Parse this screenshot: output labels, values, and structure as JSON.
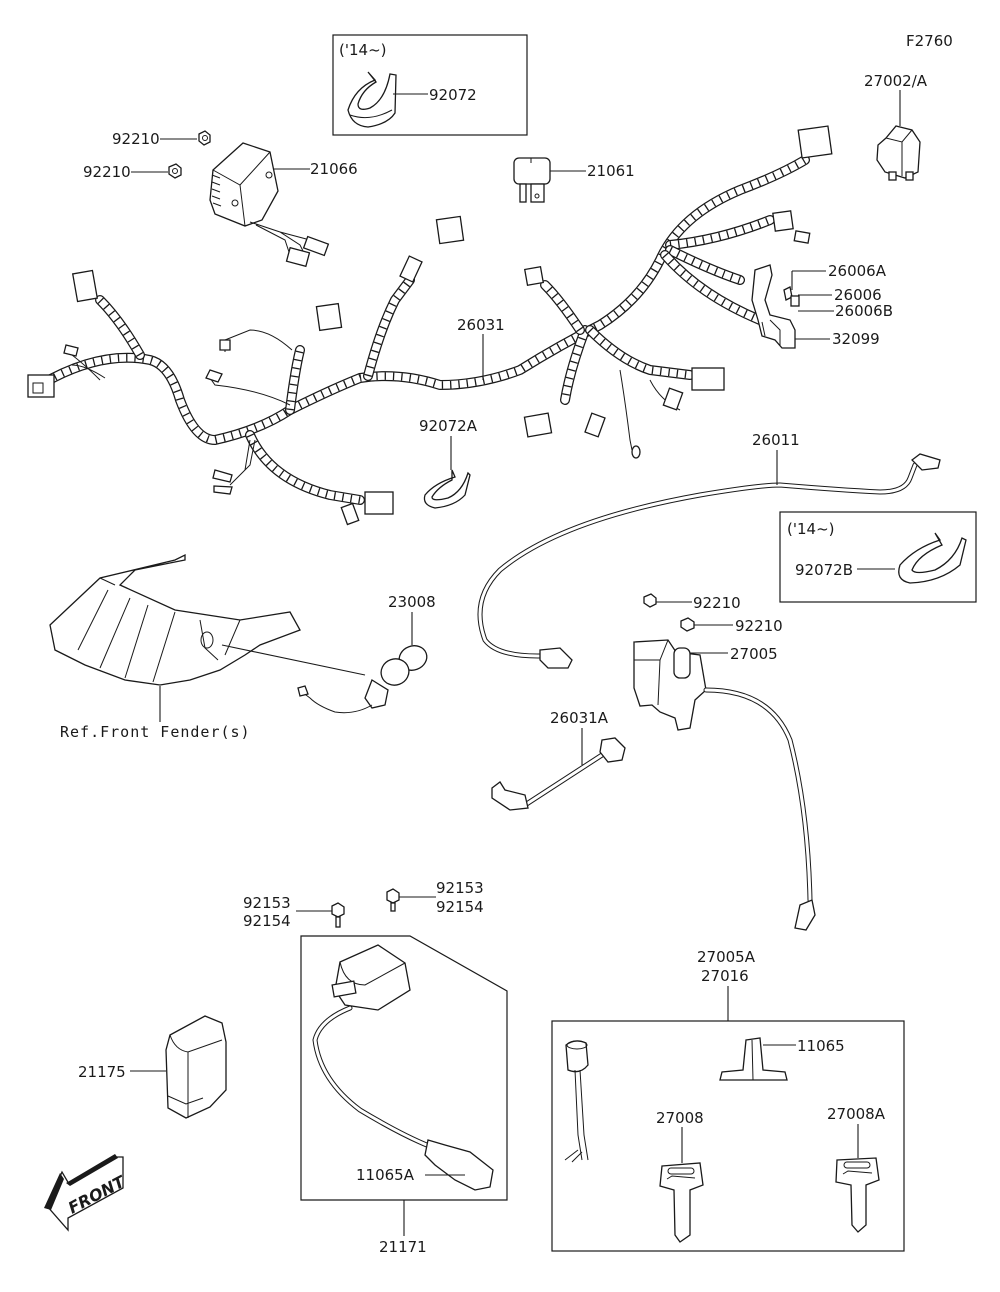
{
  "diagram": {
    "figure_code": "F2760",
    "reference_note": "Ref.Front Fender(s)",
    "front_arrow_label": "FRONT",
    "boxes": {
      "top_inset_note": "('14~)",
      "right_inset_note": "('14~)"
    },
    "labels": {
      "p27002A": "27002/A",
      "p92072": "92072",
      "p92210_a": "92210",
      "p92210_b": "92210",
      "p21066": "21066",
      "p21061": "21061",
      "p26006A": "26006A",
      "p26006": "26006",
      "p26006B": "26006B",
      "p32099": "32099",
      "p26031": "26031",
      "p92072A": "92072A",
      "p26011": "26011",
      "p92072B": "92072B",
      "p23008": "23008",
      "p92210_c": "92210",
      "p92210_d": "92210",
      "p27005": "27005",
      "p26031A": "26031A",
      "p92153_a": "92153",
      "p92154_a": "92154",
      "p92153_b": "92153",
      "p92154_b": "92154",
      "p21175": "21175",
      "p11065A": "11065A",
      "p21171": "21171",
      "p27005A": "27005A",
      "p27016": "27016",
      "p11065": "11065",
      "p27008": "27008",
      "p27008A": "27008A"
    }
  }
}
